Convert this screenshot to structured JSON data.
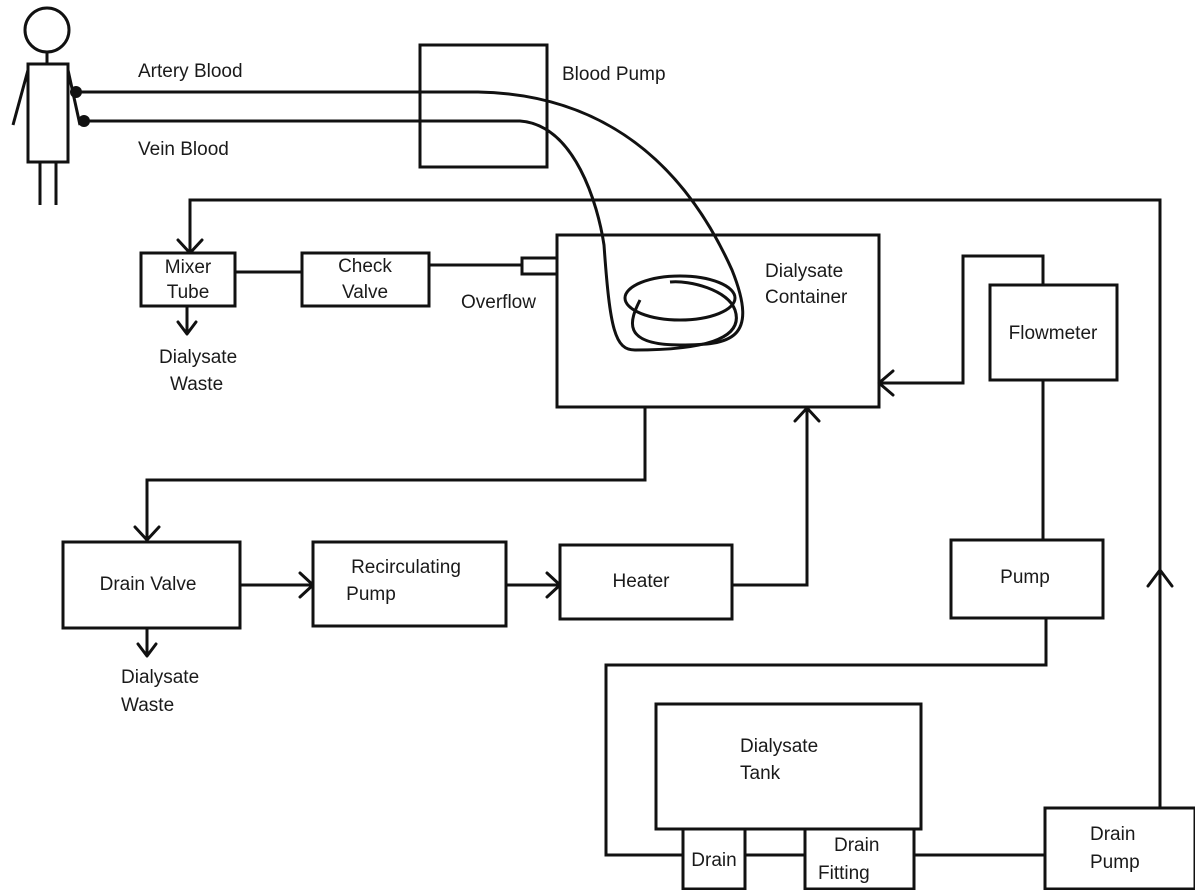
{
  "patient": {
    "artery_label": "Artery Blood",
    "vein_label": "Vein Blood"
  },
  "blocks": {
    "blood_pump": "Blood Pump",
    "mixer_tube": [
      "Mixer",
      "Tube"
    ],
    "check_valve": [
      "Check",
      "Valve"
    ],
    "overflow": "Overflow",
    "dialysate_container": [
      "Dialysate",
      "Container"
    ],
    "flowmeter": "Flowmeter",
    "drain_valve": "Drain Valve",
    "recirculating_pump": [
      "Recirculating",
      "Pump"
    ],
    "heater": "Heater",
    "pump": "Pump",
    "dialysate_tank": [
      "Dialysate",
      "Tank"
    ],
    "drain": "Drain",
    "drain_fitting": [
      "Drain",
      "Fitting"
    ],
    "drain_pump": [
      "Drain",
      "Pump"
    ]
  },
  "outputs": {
    "mixer_waste": [
      "Dialysate",
      "Waste"
    ],
    "drain_waste": [
      "Dialysate",
      "Waste"
    ]
  },
  "colors": {
    "line": "#111111",
    "background": "#ffffff"
  }
}
